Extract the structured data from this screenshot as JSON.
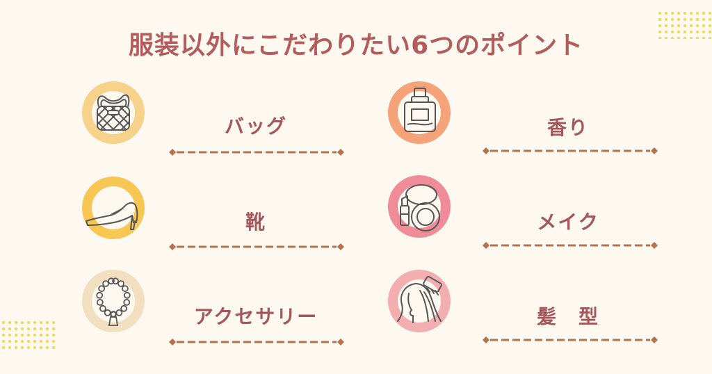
{
  "title": "服装以外にこだわりたい6つのポイント",
  "colors": {
    "title": "#b35c5c",
    "label": "#a4575a",
    "divider": "#b4714b",
    "dots": "#f2d64b",
    "background": "#fdf9f1",
    "icon_stroke": "#555555"
  },
  "points": [
    {
      "label": "バッグ",
      "icon": "handbag-icon",
      "ring_color": "#f6d28a"
    },
    {
      "label": "靴",
      "icon": "pump-shoe-icon",
      "ring_color": "#f8c653"
    },
    {
      "label": "アクセサリー",
      "icon": "pearl-necklace-icon",
      "ring_color": "#f1dfc0"
    },
    {
      "label": "香り",
      "icon": "perfume-bottle-icon",
      "ring_color": "#f6a37a"
    },
    {
      "label": "メイク",
      "icon": "compact-lipstick-icon",
      "ring_color": "#ef8c97"
    },
    {
      "label": "髪　型",
      "icon": "hair-comb-icon",
      "ring_color": "#f3aeb0"
    }
  ]
}
